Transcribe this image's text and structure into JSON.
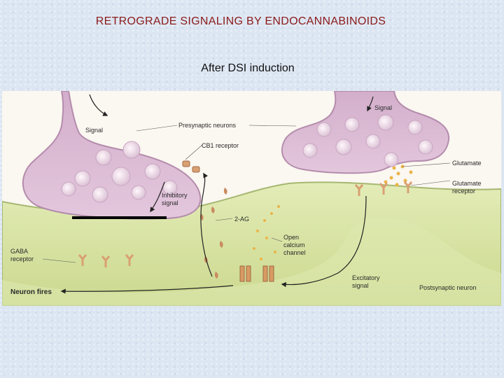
{
  "slide": {
    "title": "RETROGRADE SIGNALING BY ENDOCANNABINOIDS",
    "subtitle": "After DSI induction"
  },
  "figure": {
    "labels": {
      "signal_left": "Signal",
      "signal_right": "Signal",
      "presynaptic_neurons": "Presynaptic neurons",
      "cb1_receptor": "CB1 receptor",
      "inhibitory_signal_line1": "Inhibitory",
      "inhibitory_signal_line2": "signal",
      "two_ag": "2-AG",
      "gaba_receptor_line1": "GABA",
      "gaba_receptor_line2": "receptor",
      "glutamate": "Glutamate",
      "glutamate_receptor_line1": "Glutamate",
      "glutamate_receptor_line2": "receptor",
      "open_calcium_channel_line1": "Open",
      "open_calcium_channel_line2": "calcium",
      "open_calcium_channel_line3": "channel",
      "excitatory_signal_line1": "Excitatory",
      "excitatory_signal_line2": "signal",
      "neuron_fires": "Neuron fires",
      "postsynaptic_neuron": "Postsynaptic neuron"
    },
    "colors": {
      "presynaptic_fill": "#d9b8d3",
      "presynaptic_stroke": "#b48cac",
      "postsynaptic_fill": "#d9e4a6",
      "postsynaptic_stroke": "#a6b872",
      "vesicle": "#f2e4ee",
      "glutamate_dot": "#eab54a",
      "receptor": "#d9a072",
      "arrow": "#222222",
      "title": "#8b1a1a"
    }
  }
}
